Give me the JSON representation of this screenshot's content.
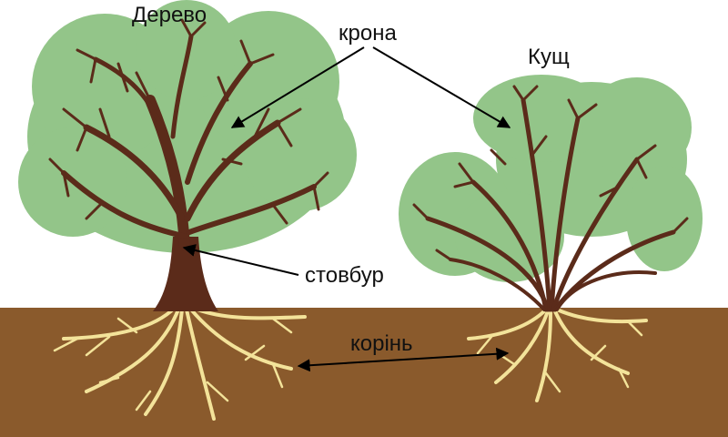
{
  "labels": {
    "tree": "Дерево",
    "shrub": "Кущ",
    "crown": "крона",
    "trunk": "стовбур",
    "root": "корінь"
  },
  "colors": {
    "foliage": "#93c589",
    "bark": "#5b2b1a",
    "soil": "#8a5a2c",
    "roots": "#f3e39a",
    "arrow": "#000000"
  }
}
